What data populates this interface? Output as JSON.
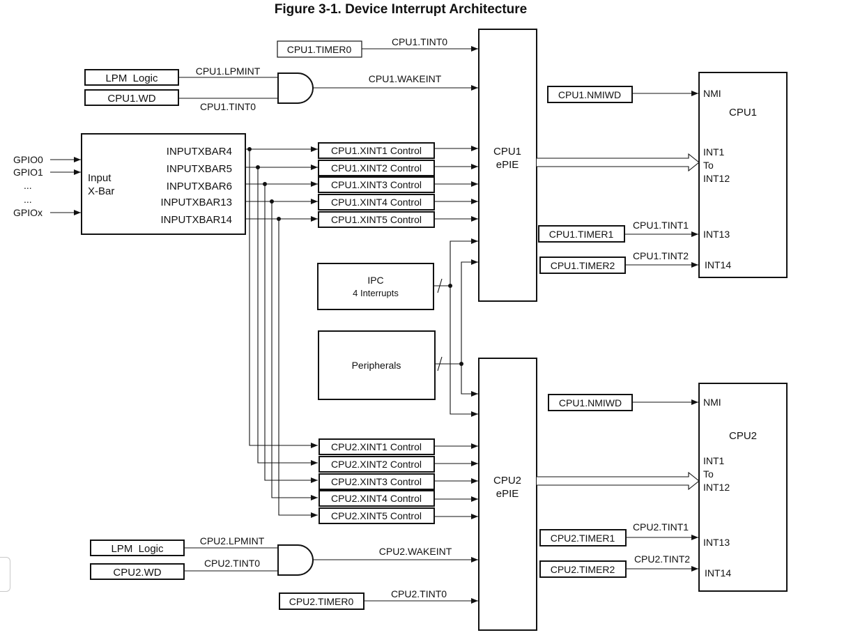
{
  "figure": {
    "title": "Figure 3-1. Device Interrupt Architecture"
  },
  "gpio": {
    "gpio0": "GPIO0",
    "gpio1": "GPIO1",
    "dots1": "...",
    "dots2": "...",
    "gpiox": "GPIOx"
  },
  "input_xbar": {
    "label_line1": "Input",
    "label_line2": "X-Bar",
    "outputs": [
      "INPUTXBAR4",
      "INPUTXBAR5",
      "INPUTXBAR6",
      "INPUTXBAR13",
      "INPUTXBAR14"
    ]
  },
  "cpu1": {
    "timer0": "CPU1.TIMER0",
    "tint0_to_pie": "CPU1.TINT0",
    "lpm_logic": "LPM  Logic",
    "wd": "CPU1.WD",
    "lpmint": "CPU1.LPMINT",
    "wd_tint0": "CPU1.TINT0",
    "wakeint": "CPU1.WAKEINT",
    "xint_controls": [
      "CPU1.XINT1 Control",
      "CPU1.XINT2 Control",
      "CPU1.XINT3 Control",
      "CPU1.XINT4 Control",
      "CPU1.XINT5 Control"
    ],
    "epie_line1": "CPU1",
    "epie_line2": "ePIE",
    "nmiwd": "CPU1.NMIWD",
    "timer1": "CPU1.TIMER1",
    "tint1": "CPU1.TINT1",
    "timer2": "CPU1.TIMER2",
    "tint2": "CPU1.TINT2",
    "cpu_label": "CPU1",
    "nmi": "NMI",
    "int1": "INT1",
    "to": "To",
    "int12": "INT12",
    "int13": "INT13",
    "int14": "INT14"
  },
  "ipc": {
    "line1": "IPC",
    "line2": "4 Interrupts"
  },
  "peripherals": {
    "label": "Peripherals"
  },
  "cpu2": {
    "xint_controls": [
      "CPU2.XINT1 Control",
      "CPU2.XINT2 Control",
      "CPU2.XINT3 Control",
      "CPU2.XINT4 Control",
      "CPU2.XINT5 Control"
    ],
    "lpm_logic": "LPM  Logic",
    "wd": "CPU2.WD",
    "lpmint": "CPU2.LPMINT",
    "wd_tint0": "CPU2.TINT0",
    "wakeint": "CPU2.WAKEINT",
    "timer0": "CPU2.TIMER0",
    "tint0_to_pie": "CPU2.TINT0",
    "epie_line1": "CPU2",
    "epie_line2": "ePIE",
    "nmiwd": "CPU1.NMIWD",
    "timer1": "CPU2.TIMER1",
    "tint1": "CPU2.TINT1",
    "timer2": "CPU2.TIMER2",
    "tint2": "CPU2.TINT2",
    "cpu_label": "CPU2",
    "nmi": "NMI",
    "int1": "INT1",
    "to": "To",
    "int12": "INT12",
    "int13": "INT13",
    "int14": "INT14"
  }
}
